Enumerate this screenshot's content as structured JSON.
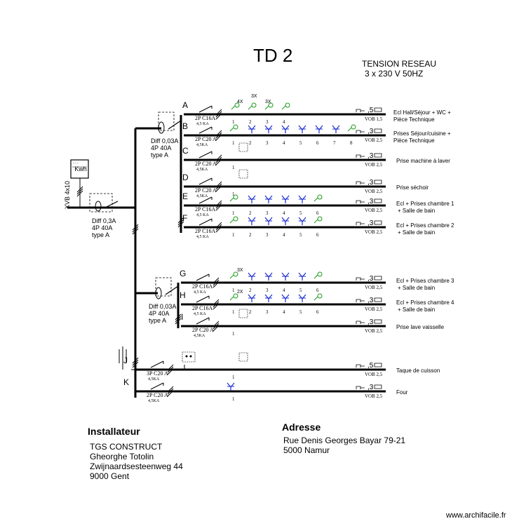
{
  "title": "TD 2",
  "tension": {
    "line1": "TENSION RESEAU",
    "line2": "3 x 230 V 50HZ"
  },
  "meter": {
    "label": "Kwh",
    "cable": "XVB 4x10"
  },
  "main_diff": {
    "lines": [
      "Diff 0,3A",
      "4P 40A",
      "type A"
    ]
  },
  "diff1": {
    "lines": [
      "Diff 0,03A",
      "4P  40A",
      "type A"
    ]
  },
  "diff2": {
    "lines": [
      "Diff 0,03A",
      "4P  40A",
      "type A"
    ]
  },
  "circuits": [
    {
      "letter": "A",
      "breaker": "2P C16A",
      "ka": "4,5 KA",
      "cable_size": "5",
      "vob": "VOB 1,5",
      "desc": [
        "Ecl Hall/Séjour + WC +",
        "Pièce Technique"
      ],
      "points": [
        "1",
        "2",
        "3",
        "4"
      ],
      "extra": [
        "4X",
        "3X",
        "3X"
      ]
    },
    {
      "letter": "B",
      "breaker": "2P  C20 A",
      "ka": "4,5KA",
      "cable_size": "3",
      "vob": "VOB 2,5",
      "desc": [
        "Prises Séjour/cuisine +",
        "Pièce Technique"
      ],
      "points": [
        "1",
        "2",
        "3",
        "4",
        "5",
        "6",
        "7",
        "8"
      ]
    },
    {
      "letter": "C",
      "breaker": "2P  C20 A",
      "ka": "4,5KA",
      "cable_size": "3",
      "vob": "VOB 2,5",
      "desc": [
        "Prise machine à laver"
      ],
      "points": [
        "1"
      ]
    },
    {
      "letter": "D",
      "breaker": "2P  C20 A",
      "ka": "4,5KA",
      "cable_size": "3",
      "vob": "VOB 2,5",
      "desc": [
        "Prise  séchoir"
      ],
      "points": [
        "1"
      ]
    },
    {
      "letter": "E",
      "breaker": "2P C16A",
      "ka": "4,5 KA",
      "cable_size": "3",
      "vob": "VOB 2,5",
      "desc": [
        "Ecl + Prises  chambre 1",
        "+ Salle de bain"
      ],
      "points": [
        "1",
        "2",
        "3",
        "4",
        "5",
        "6"
      ]
    },
    {
      "letter": "F",
      "breaker": "2P C16A",
      "ka": "4,5 KA",
      "cable_size": "3",
      "vob": "VOB 2,5",
      "desc": [
        "Ecl + Prises  chambre 2",
        "+ Salle de bain"
      ],
      "points": [
        "1",
        "2",
        "3",
        "4",
        "5",
        "6"
      ]
    },
    {
      "letter": "G",
      "breaker": "2P C16A",
      "ka": "4,5 KA",
      "cable_size": "3",
      "vob": "VOB 2,5",
      "desc": [
        "Ecl + Prises  chambre 3",
        "+ Salle de bain"
      ],
      "points": [
        "1",
        "2",
        "3",
        "4",
        "5",
        "6"
      ],
      "extra": [
        "3X"
      ]
    },
    {
      "letter": "H",
      "breaker": "2P C16A",
      "ka": "4,5 KA",
      "cable_size": "3",
      "vob": "VOB 2,5",
      "desc": [
        "Ecl + Prises  chambre 4",
        "+ Salle de bain"
      ],
      "points": [
        "1",
        "2",
        "3",
        "4",
        "5",
        "6"
      ],
      "extra": [
        "2X"
      ]
    },
    {
      "letter": "I",
      "breaker": "2P C20 A",
      "ka": "4,5KA",
      "cable_size": "3",
      "vob": "VOB 2,5",
      "desc": [
        "Prise  lave vaisselle"
      ],
      "points": [
        "1"
      ]
    },
    {
      "letter": "J",
      "breaker": "3P  C20 A",
      "ka": "4,5KA",
      "cable_size": "5",
      "vob": "VOB 2,5",
      "desc": [
        "Taque de cuisson"
      ],
      "points": [
        "1"
      ]
    },
    {
      "letter": "K",
      "breaker": "2P  C20 A",
      "ka": "4,5KA",
      "cable_size": "3",
      "vob": "VOB 2,5",
      "desc": [
        "Four"
      ],
      "points": [
        "1"
      ]
    }
  ],
  "installateur": {
    "heading": "Installateur",
    "lines": [
      "TGS CONSTRUCT",
      "Gheorghe Totolin",
      "Zwijnaardsesteenweg 44",
      "9000 Gent"
    ]
  },
  "adresse": {
    "heading": "Adresse",
    "lines": [
      "Rue Denis Georges Bayar 79-21",
      "5000 Namur"
    ]
  },
  "watermark": "www.archifacile.fr",
  "colors": {
    "line": "#000000",
    "socket": "#1a2bd1",
    "light": "#1a9a1a"
  }
}
